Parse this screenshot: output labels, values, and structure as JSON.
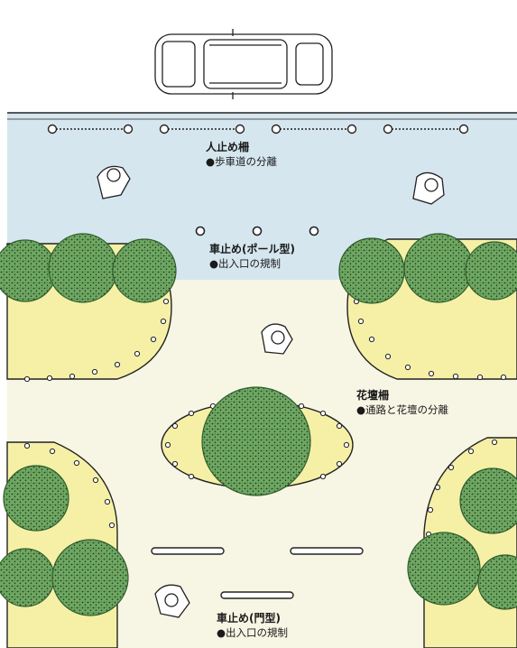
{
  "labels": {
    "pedestrian_fence": {
      "title": "人止め柵",
      "desc": "●歩車道の分離"
    },
    "bollard": {
      "title": "車止め(ポール型)",
      "desc": "●出入口の規制"
    },
    "flowerbed_fence": {
      "title": "花壇柵",
      "desc": "●通路と花壇の分離"
    },
    "gate_barrier": {
      "title": "車止め(門型)",
      "desc": "●出入口の規制"
    }
  },
  "colors": {
    "road": "#d5e6ef",
    "plaza": "#f7f6e4",
    "flowerbed": "#f5f0a6",
    "tree": "#5f9b55",
    "tree_dark": "#2f5d2c",
    "line": "#222222"
  },
  "icons": [
    "car-icon",
    "pedestrian-icon",
    "tree-icon",
    "bollard-icon",
    "fence-icon"
  ]
}
